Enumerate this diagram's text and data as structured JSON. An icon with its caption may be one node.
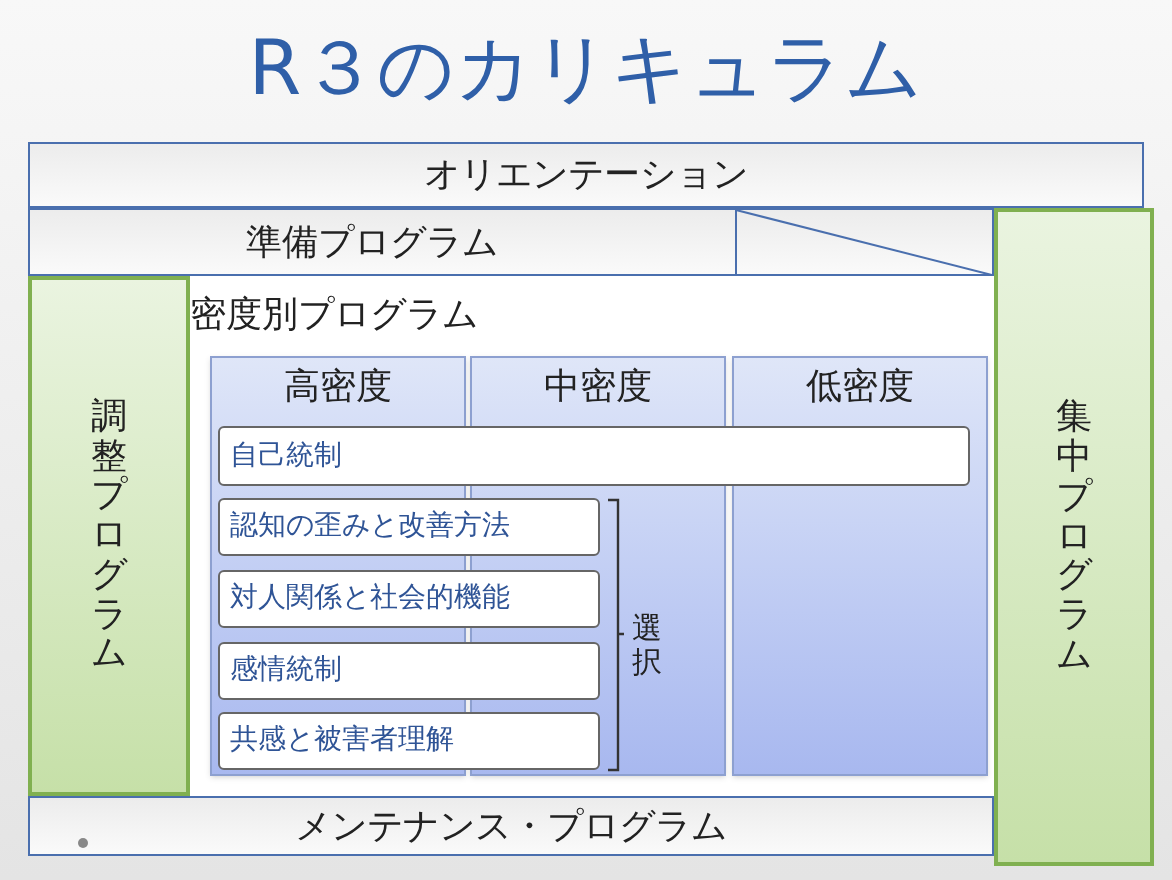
{
  "diagram": {
    "title": "R３のカリキュラム",
    "nodes": [
      {
        "text": [
          "オリエンテーション"
        ]
      },
      {
        "text": [
          "準備プログラム"
        ]
      },
      {
        "text": [
          "調整プログラム"
        ]
      },
      {
        "text": [
          "集中プログラム"
        ]
      },
      {
        "text": [
          "密度別プログラム"
        ]
      },
      {
        "text": [
          "高密度"
        ],
        "in": 4
      },
      {
        "text": [
          "中密度"
        ],
        "in": 4
      },
      {
        "text": [
          "低密度"
        ],
        "in": 4
      },
      {
        "text": [
          "自己統制"
        ],
        "in": 4
      },
      {
        "text": [
          "認知の歪みと改善方法"
        ],
        "in": 4
      },
      {
        "text": [
          "対人関係と社会的機能"
        ],
        "in": 4
      },
      {
        "text": [
          "感情統制"
        ],
        "in": 4
      },
      {
        "text": [
          "共感と被害者理解"
        ],
        "in": 4
      },
      {
        "text": [
          "メンテナンス・プログラム"
        ]
      }
    ],
    "edges": [],
    "labels": [
      "選択"
    ]
  }
}
